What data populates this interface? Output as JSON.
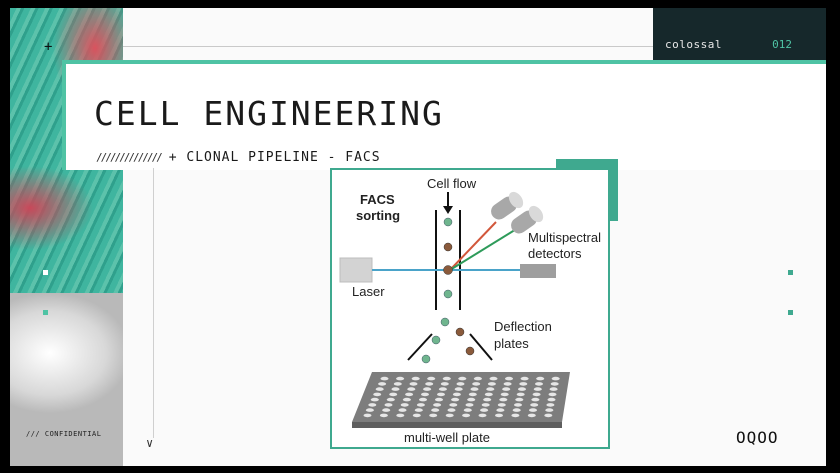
{
  "header": {
    "brand": "colossal",
    "page_number": "012"
  },
  "title": "CELL ENGINEERING",
  "subtitle": "+ CLONAL PIPELINE - FACS",
  "footer": {
    "confidential": "/// CONFIDENTIAL",
    "logo_glyphs": "OQOO"
  },
  "figure": {
    "labels": {
      "cell_flow": "Cell flow",
      "facs_1": "FACS",
      "facs_2": "sorting",
      "multi_1": "Multispectral",
      "multi_2": "detectors",
      "laser": "Laser",
      "deflect_1": "Deflection",
      "deflect_2": "plates",
      "plate": "multi-well plate"
    }
  },
  "colors": {
    "accent": "#4fc3a4",
    "dark": "#16282b",
    "green_cell": "#6fb58e",
    "brown_cell": "#8a5a3b",
    "laser_blue": "#4aa3c9",
    "laser_red": "#d2573b",
    "laser_green": "#2e9b5a"
  }
}
